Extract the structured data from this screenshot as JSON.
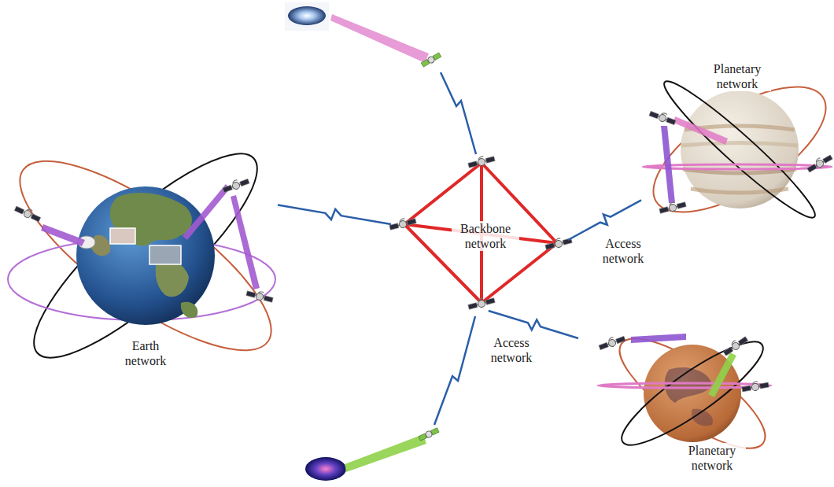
{
  "diagram": {
    "nodes": [
      {
        "text": [
          "Earth network"
        ]
      },
      {
        "text": [
          "Backbone network"
        ]
      },
      {
        "text": [
          "Planetary network"
        ]
      },
      {
        "text": [
          "Planetary network"
        ]
      }
    ],
    "edges": [
      {
        "from": 1,
        "to": 0,
        "arrow": "none"
      },
      {
        "from": 1,
        "to": 2,
        "arrow": "none",
        "label": "Access network"
      },
      {
        "from": 1,
        "to": 3,
        "arrow": "none",
        "label": "Access network"
      }
    ]
  }
}
